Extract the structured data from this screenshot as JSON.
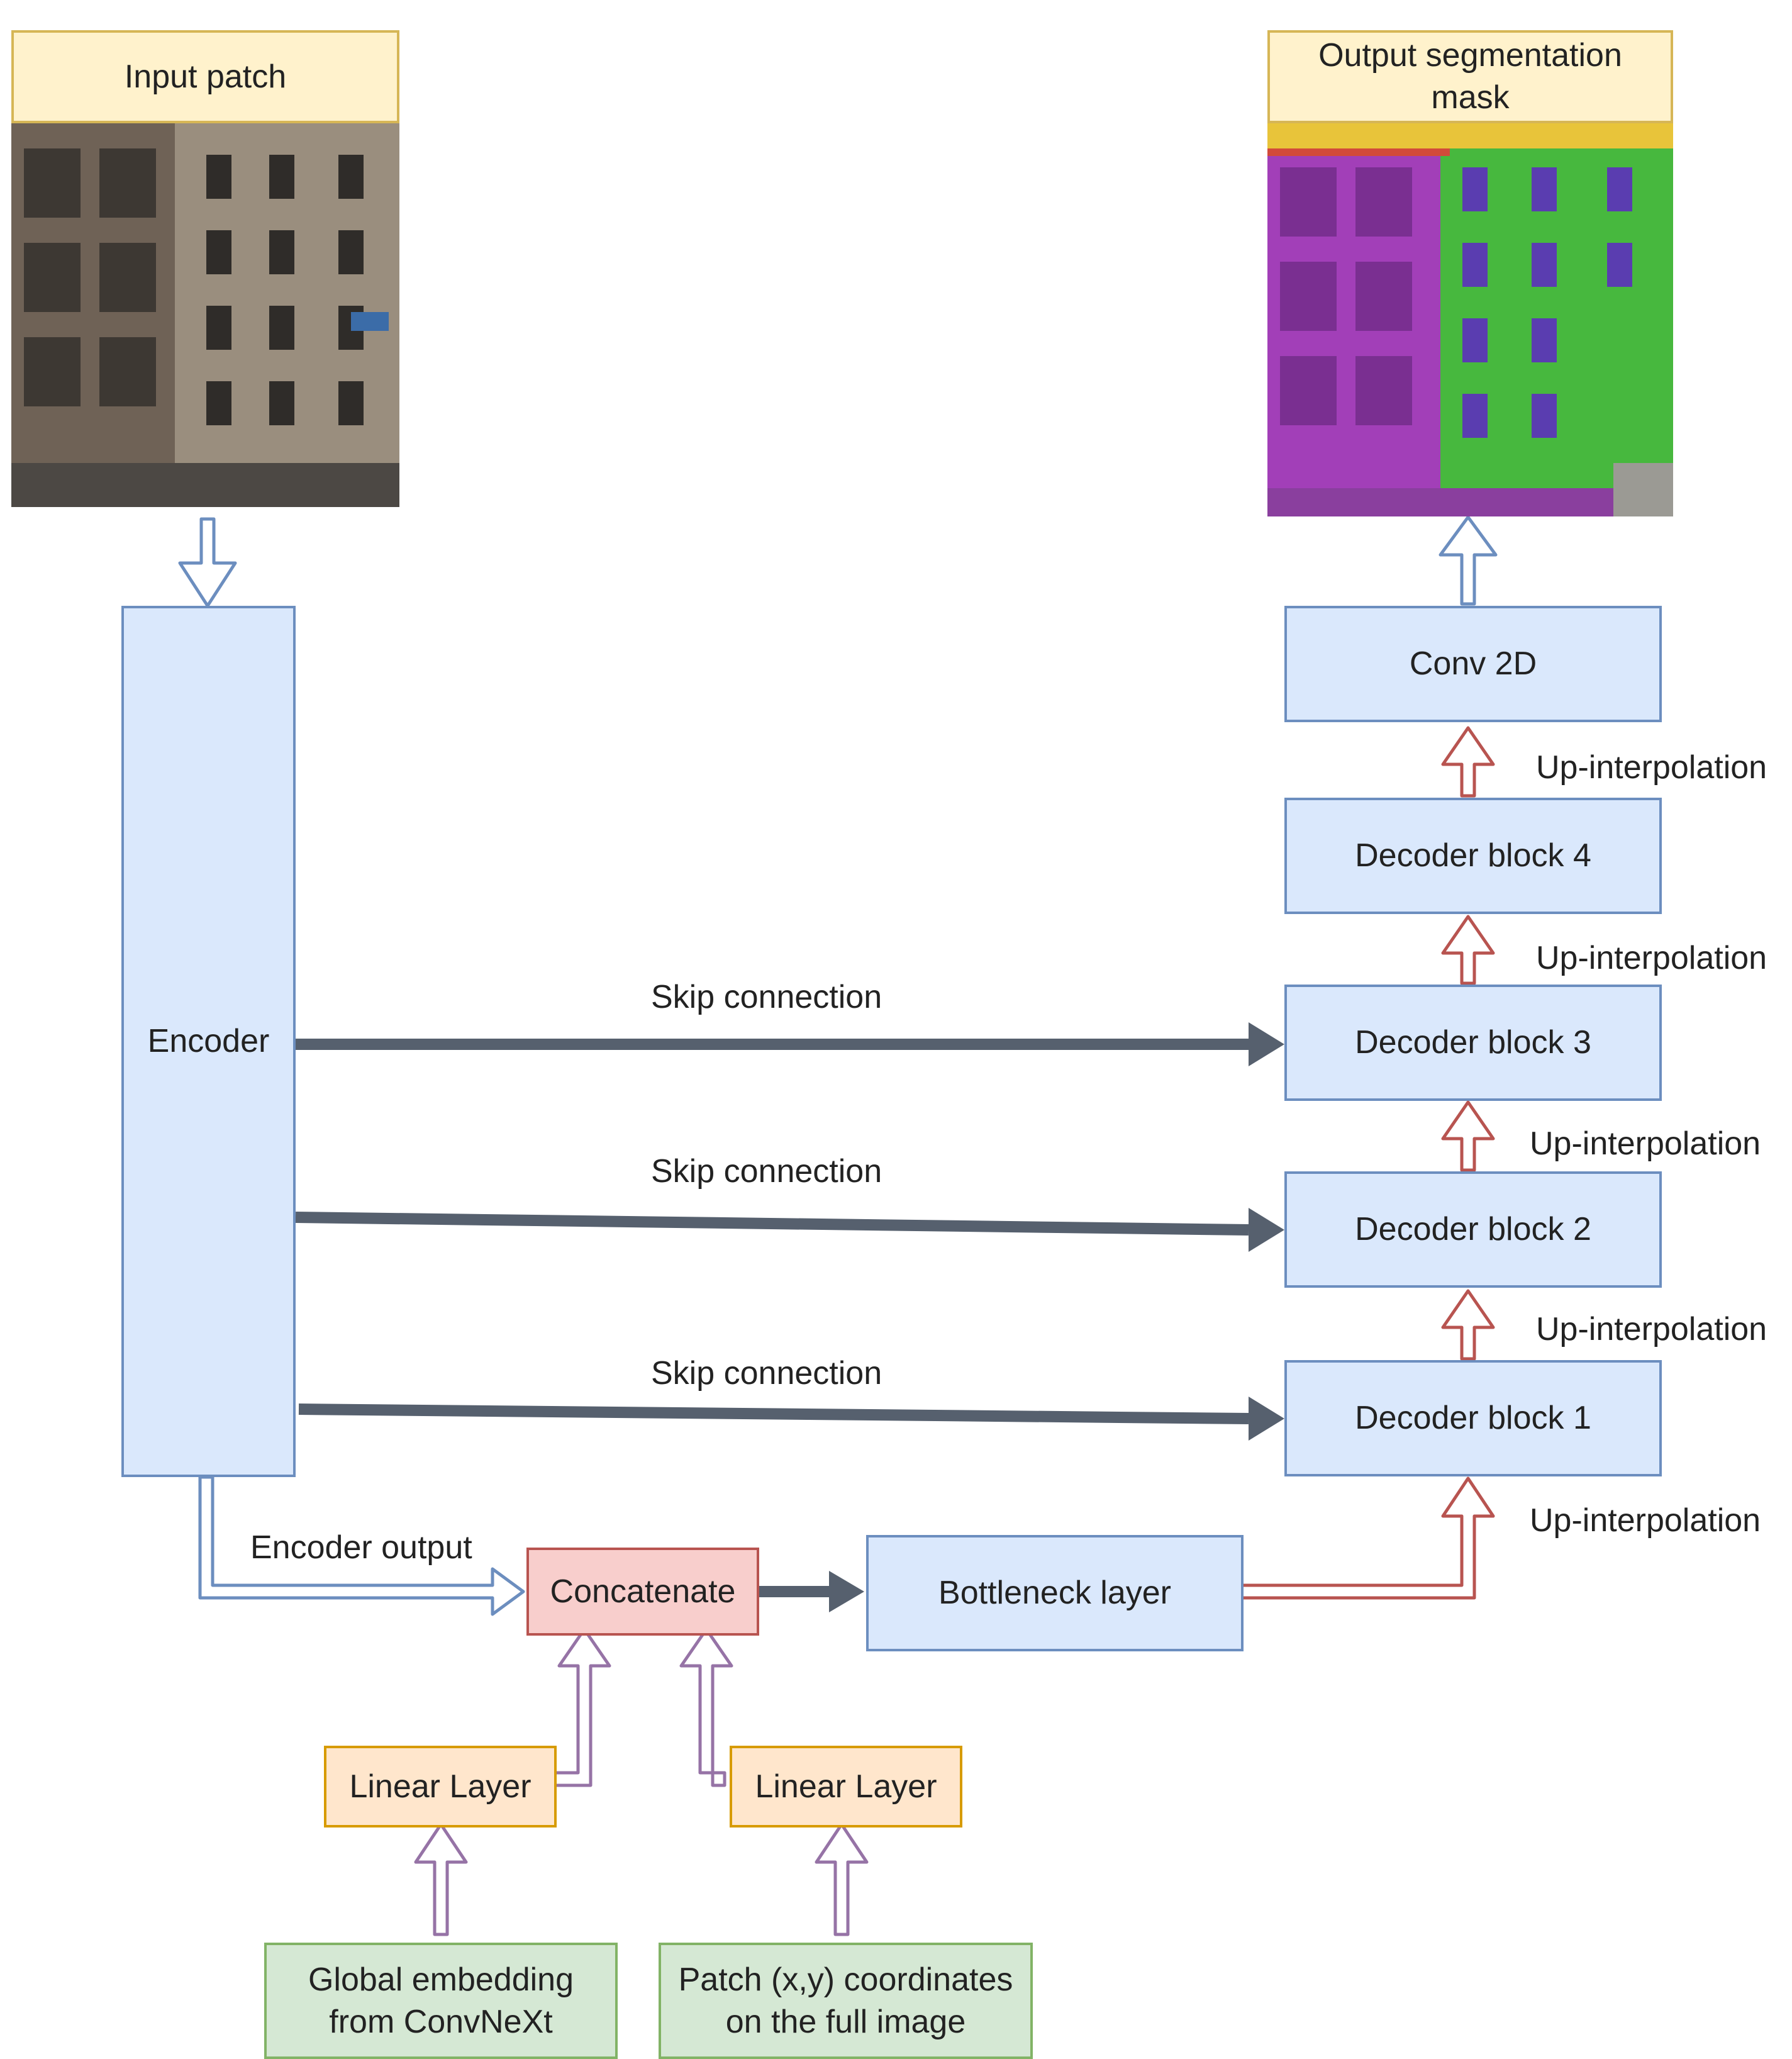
{
  "input": {
    "title": "Input patch"
  },
  "output": {
    "title": "Output segmentation mask"
  },
  "encoder": {
    "label": "Encoder",
    "output_label": "Encoder output"
  },
  "decoder": {
    "conv_label": "Conv 2D",
    "blocks": [
      "Decoder block 4",
      "Decoder block 3",
      "Decoder block 2",
      "Decoder block 1"
    ],
    "up_label": "Up-interpolation"
  },
  "skip": {
    "label": "Skip connection"
  },
  "concat": {
    "label": "Concatenate"
  },
  "bottleneck": {
    "label": "Bottleneck layer"
  },
  "linear": {
    "left": "Linear Layer",
    "right": "Linear Layer"
  },
  "inputs": {
    "global_embedding": "Global embedding\nfrom ConvNeXt",
    "patch_coords": "Patch (x,y) coordinates\non the full image"
  },
  "colors": {
    "blue_fill": "#dae8fc",
    "blue_stroke": "#6c8ebf",
    "red_fill": "#f8cecc",
    "red_stroke": "#b85450",
    "purple_fill": "#e1d5e7",
    "purple_stroke": "#9673a6",
    "skip_arrow": "#56606e",
    "mask_purple": "#a23fb8",
    "mask_green": "#47b83e",
    "mask_yellow": "#e8c43a"
  }
}
